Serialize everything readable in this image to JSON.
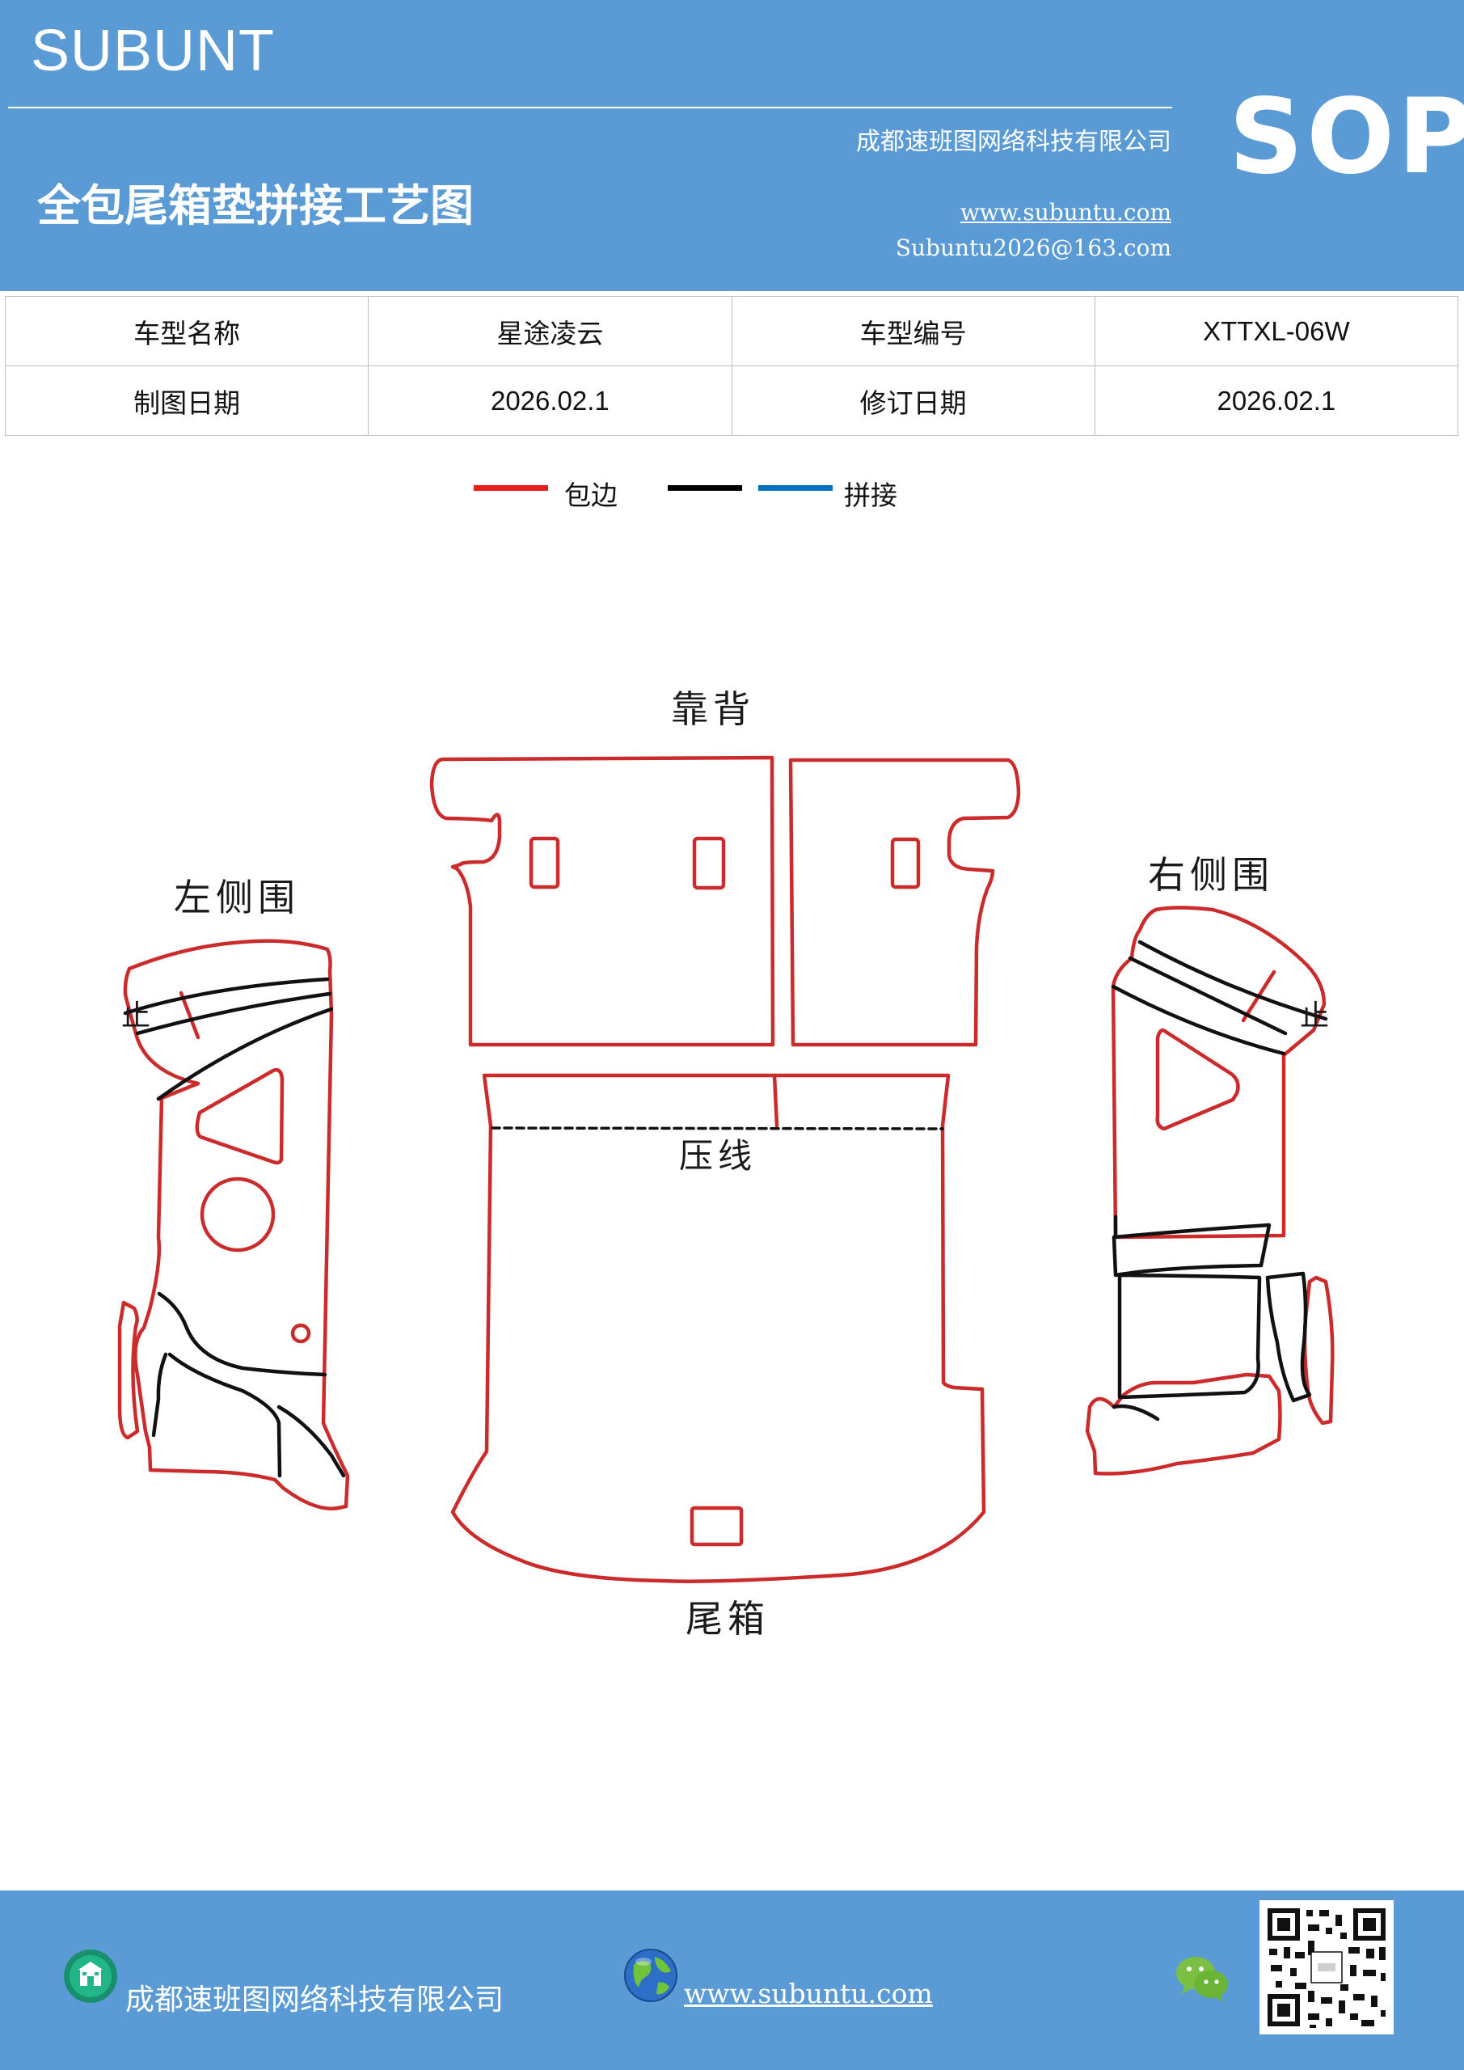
{
  "header": {
    "brand": "SUBUNT",
    "company": "成都速班图网络科技有限公司",
    "title": "全包尾箱垫拼接工艺图",
    "website": "www.subuntu.com",
    "email": "Subuntu2026@163.com",
    "badge": "SOP"
  },
  "info_table": {
    "rows": [
      [
        "车型名称",
        "星途凌云",
        "车型编号",
        "XTTXL-06W"
      ],
      [
        "制图日期",
        "2026.02.1",
        "修订日期",
        "2026.02.1"
      ]
    ]
  },
  "legend": {
    "items": [
      {
        "label": "包边",
        "colors": [
          "#ee1c1c"
        ]
      },
      {
        "label": "拼接",
        "colors": [
          "#000000",
          "#0070c0"
        ]
      }
    ]
  },
  "diagram": {
    "labels": {
      "backrest": "靠背",
      "left_side": "左侧围",
      "right_side": "右侧围",
      "press_line": "压线",
      "trunk": "尾箱",
      "left_stop": "止",
      "right_stop": "止"
    },
    "colors": {
      "edge": "#cc2b2b",
      "seam": "#111111"
    }
  },
  "footer": {
    "company": "成都速班图网络科技有限公司",
    "website": "www.subuntu.com"
  },
  "icons": [
    "building-icon",
    "globe-icon",
    "wechat-icon",
    "qr-code"
  ]
}
